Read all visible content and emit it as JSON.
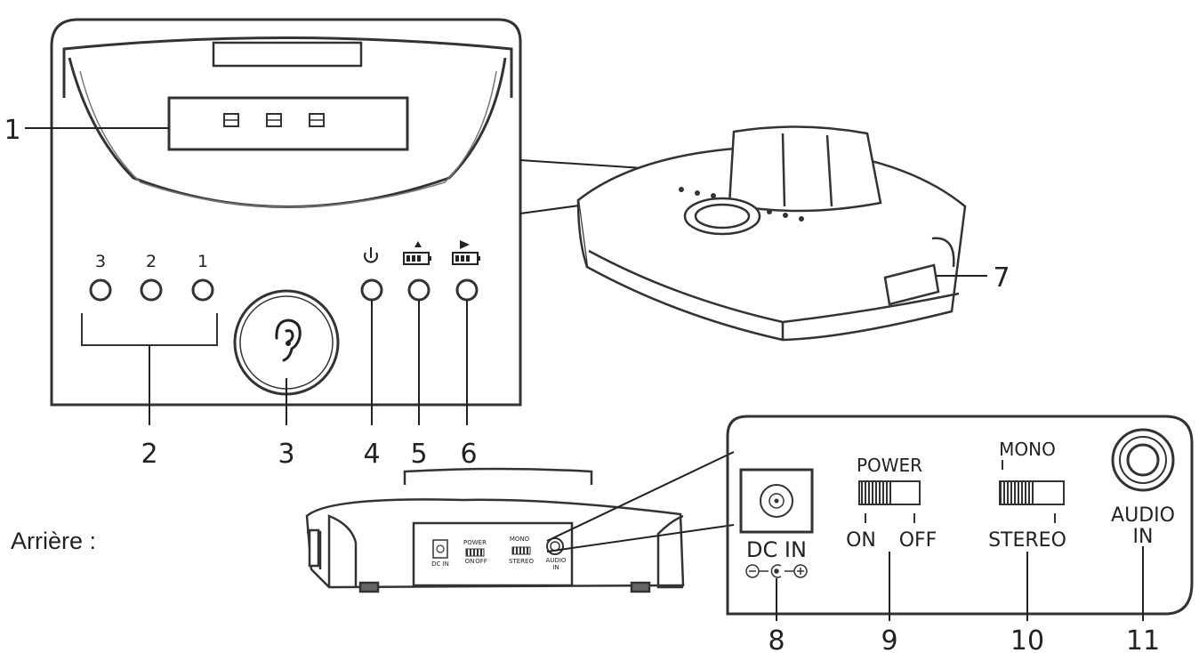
{
  "callouts": {
    "c1": "1",
    "c2": "2",
    "c3": "3",
    "c4": "4",
    "c5": "5",
    "c6": "6",
    "c7": "7",
    "c8": "8",
    "c9": "9",
    "c10": "10",
    "c11": "11"
  },
  "front_panel": {
    "led_numbers": [
      "3",
      "2",
      "1"
    ]
  },
  "rear": {
    "heading": "Arrière :",
    "power_label": "POWER",
    "power_on": "ON",
    "power_off": "OFF",
    "mono_label": "MONO",
    "stereo_label": "STEREO",
    "dc_in_label": "DC IN",
    "audio_in_line1": "AUDIO",
    "audio_in_line2": "IN"
  },
  "mini_rear": {
    "power": "POWER",
    "on": "ON",
    "off": "OFF",
    "mono": "MONO",
    "stereo": "STEREO",
    "dc": "DC IN",
    "audio": "AUDIO",
    "in": "IN"
  },
  "icons": [
    "power-icon",
    "battery-charge-icon",
    "battery-play-icon",
    "ear-icon"
  ]
}
